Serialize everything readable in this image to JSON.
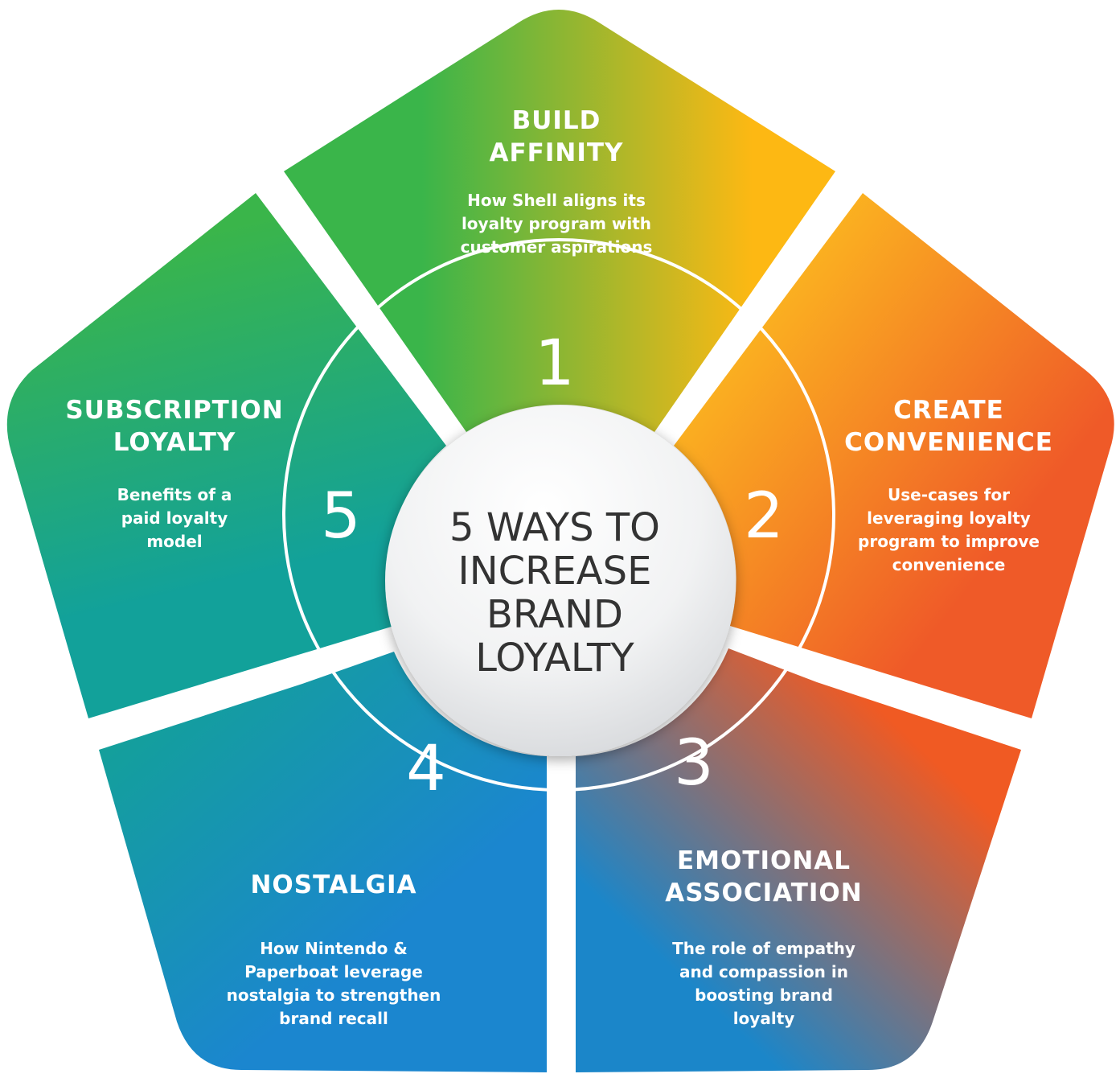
{
  "center": {
    "lines": [
      "5 WAYS TO",
      "INCREASE",
      "BRAND",
      "LOYALTY"
    ]
  },
  "segments": [
    {
      "number": "1",
      "title_lines": [
        "BUILD",
        "AFFINITY"
      ],
      "desc_lines": [
        "How Shell aligns its",
        "loyalty program with",
        "customer aspirations"
      ],
      "colors": [
        "#3ab54a",
        "#fdb813"
      ]
    },
    {
      "number": "2",
      "title_lines": [
        "CREATE",
        "CONVENIENCE"
      ],
      "desc_lines": [
        "Use-cases for",
        "leveraging loyalty",
        "program to improve",
        "convenience"
      ],
      "colors": [
        "#fdc01f",
        "#ef5a28"
      ]
    },
    {
      "number": "3",
      "title_lines": [
        "EMOTIONAL",
        "ASSOCIATION"
      ],
      "desc_lines": [
        "The role of empathy",
        "and compassion in",
        "boosting brand",
        "loyalty"
      ],
      "colors": [
        "#1b86c9",
        "#f05a23"
      ]
    },
    {
      "number": "4",
      "title_lines": [
        "NOSTALGIA"
      ],
      "desc_lines": [
        "How Nintendo &",
        "Paperboat leverage",
        "nostalgia to strengthen",
        "brand recall"
      ],
      "colors": [
        "#13a198",
        "#1b86cf"
      ]
    },
    {
      "number": "5",
      "title_lines": [
        "SUBSCRIPTION",
        "LOYALTY"
      ],
      "desc_lines": [
        "Benefits of a",
        "paid loyalty",
        "model"
      ],
      "colors": [
        "#3ab54a",
        "#12a19a"
      ]
    }
  ]
}
